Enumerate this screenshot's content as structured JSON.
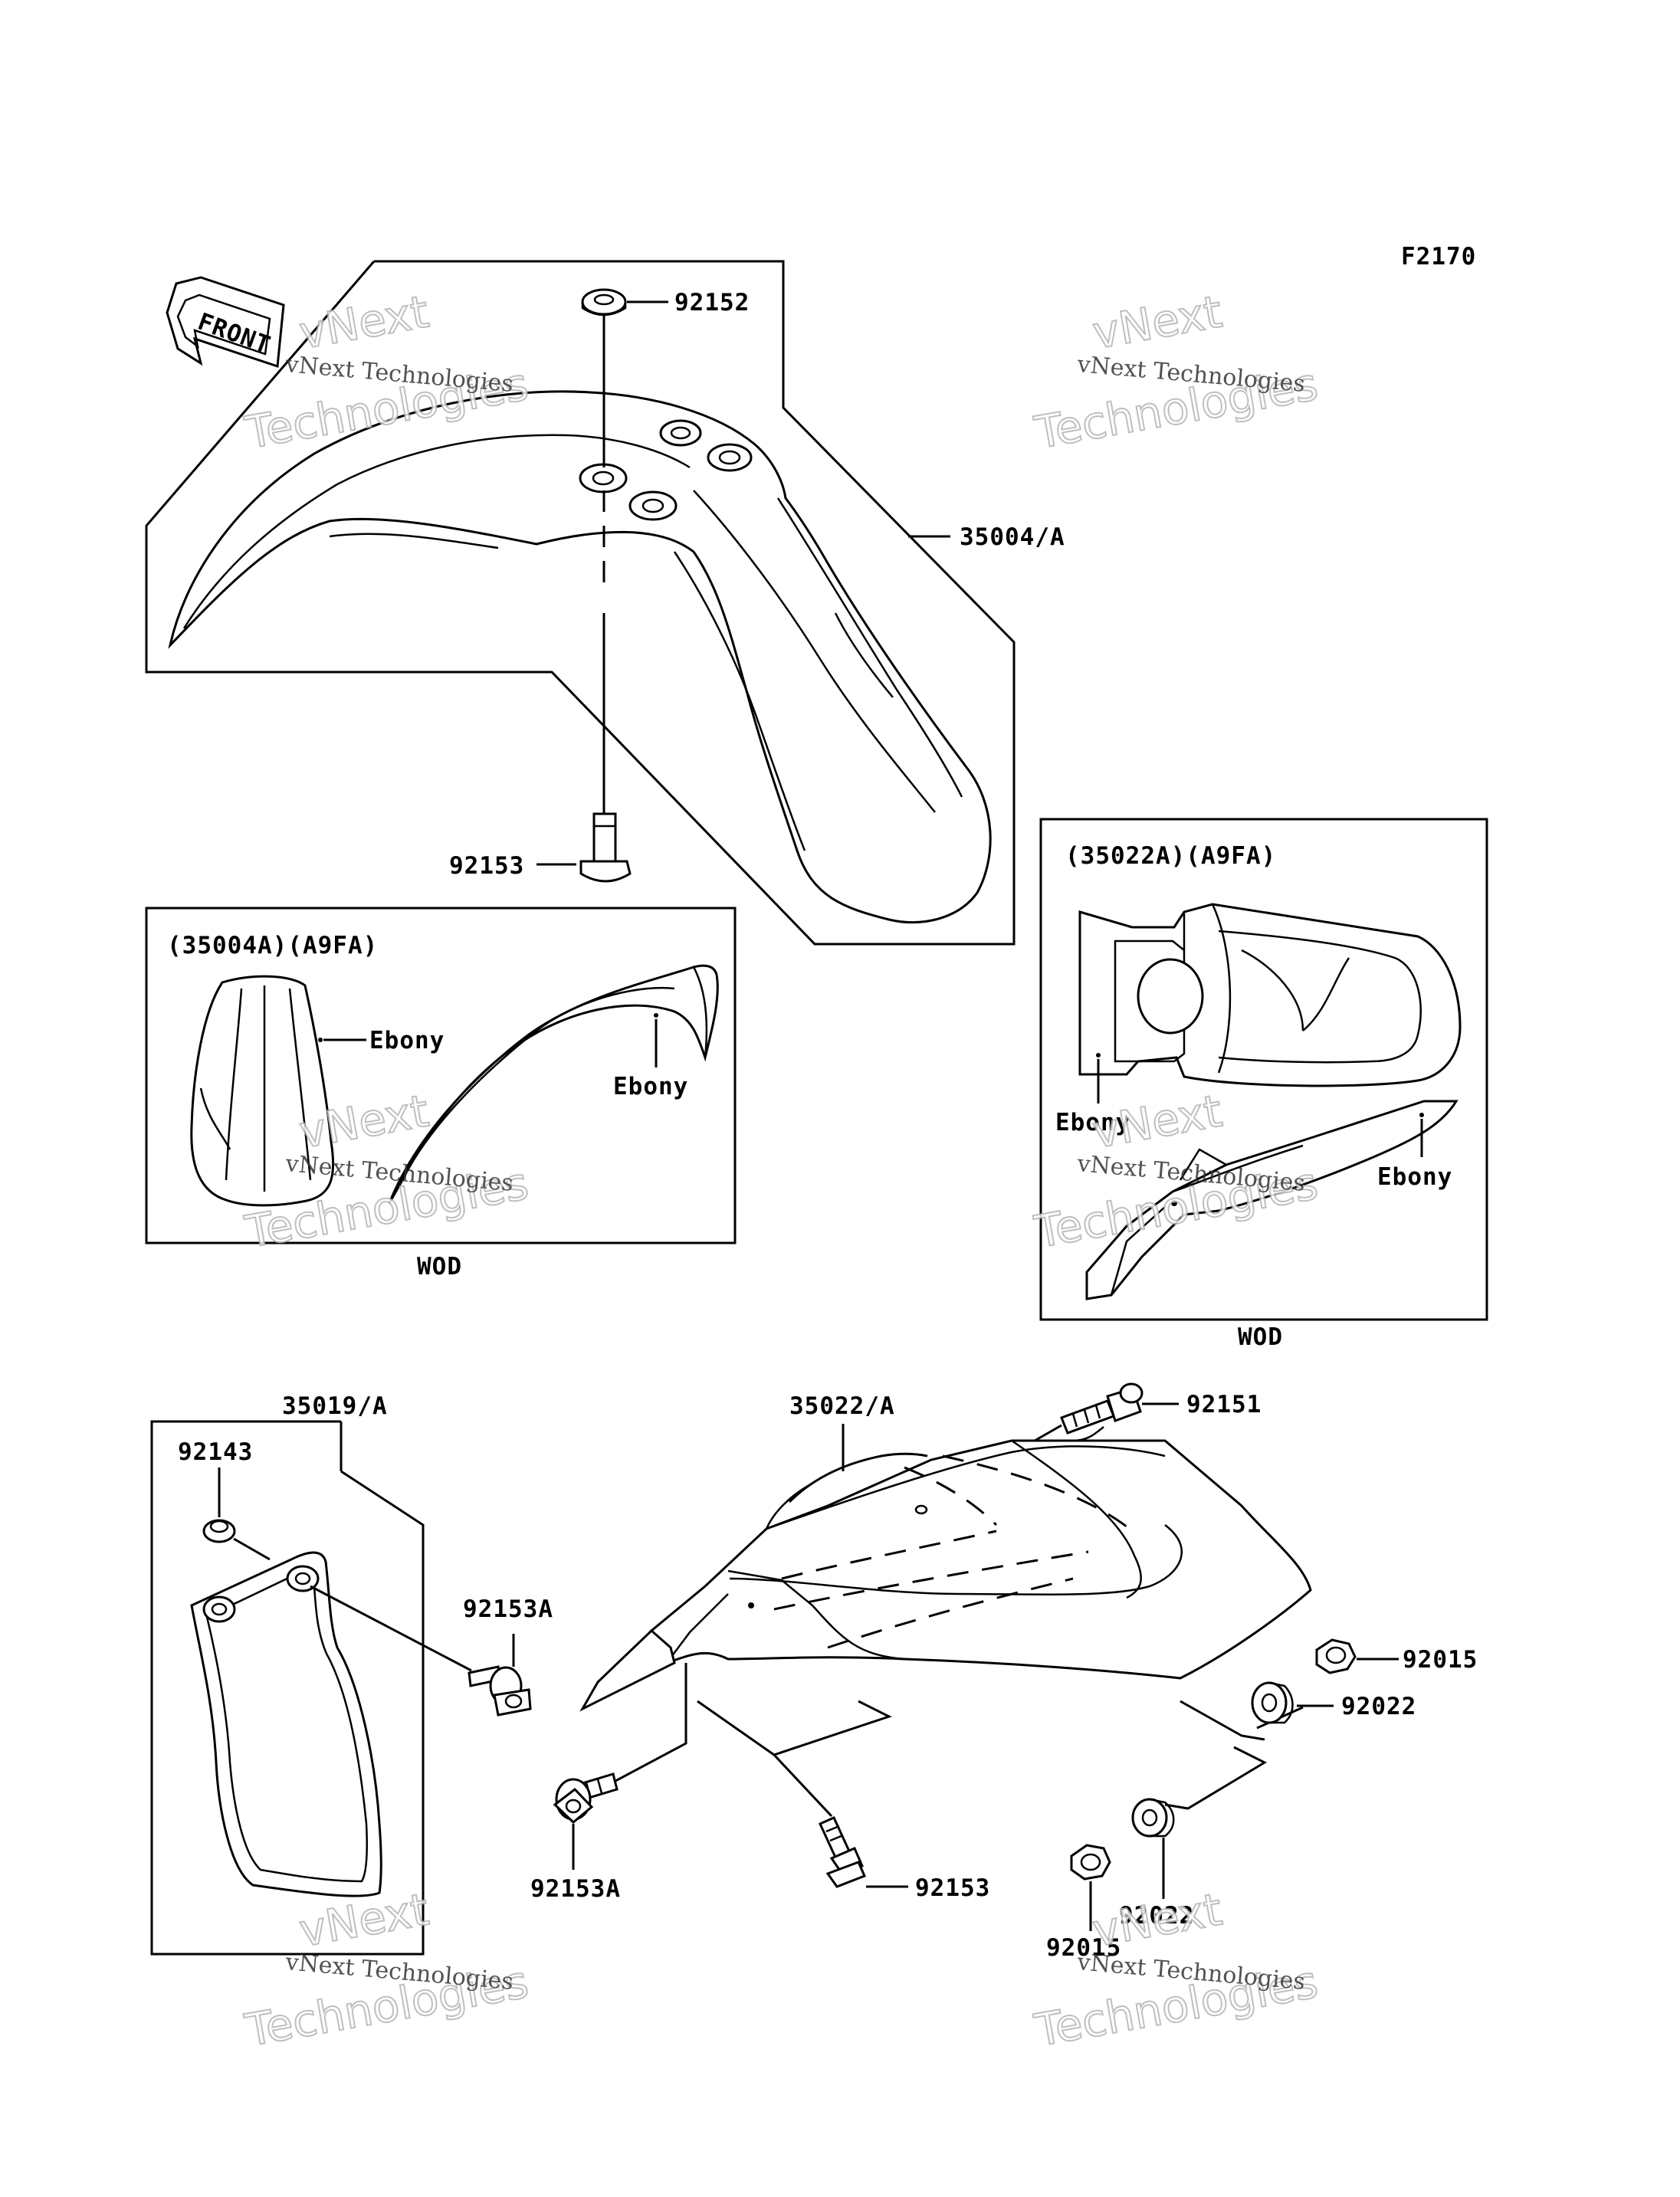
{
  "figure_code": "F2170",
  "front_arrow_text": "FRONT",
  "callouts": {
    "p92152": "92152",
    "p35004a": "35004/A",
    "p92153_top": "92153",
    "p35019a": "35019/A",
    "p92143": "92143",
    "p92153a_right": "92153A",
    "p35022a": "35022/A",
    "p92151": "92151",
    "p92015": "92015",
    "p92022_upper": "92022",
    "p92153a_left": "92153A",
    "p92153_bottom": "92153",
    "p92022_lower": "92022",
    "p92015_lower": "92015"
  },
  "inset_left": {
    "title": "(35004A)(A9FA)",
    "color_label_1": "Ebony",
    "color_label_2": "Ebony",
    "caption": "WOD"
  },
  "inset_right": {
    "title": "(35022A)(A9FA)",
    "color_label_1": "Ebony",
    "color_label_2": "Ebony",
    "caption": "WOD"
  },
  "watermark": {
    "small": "vNext Technologies",
    "large_line1": "vNext",
    "large_line2": "Technologies"
  }
}
